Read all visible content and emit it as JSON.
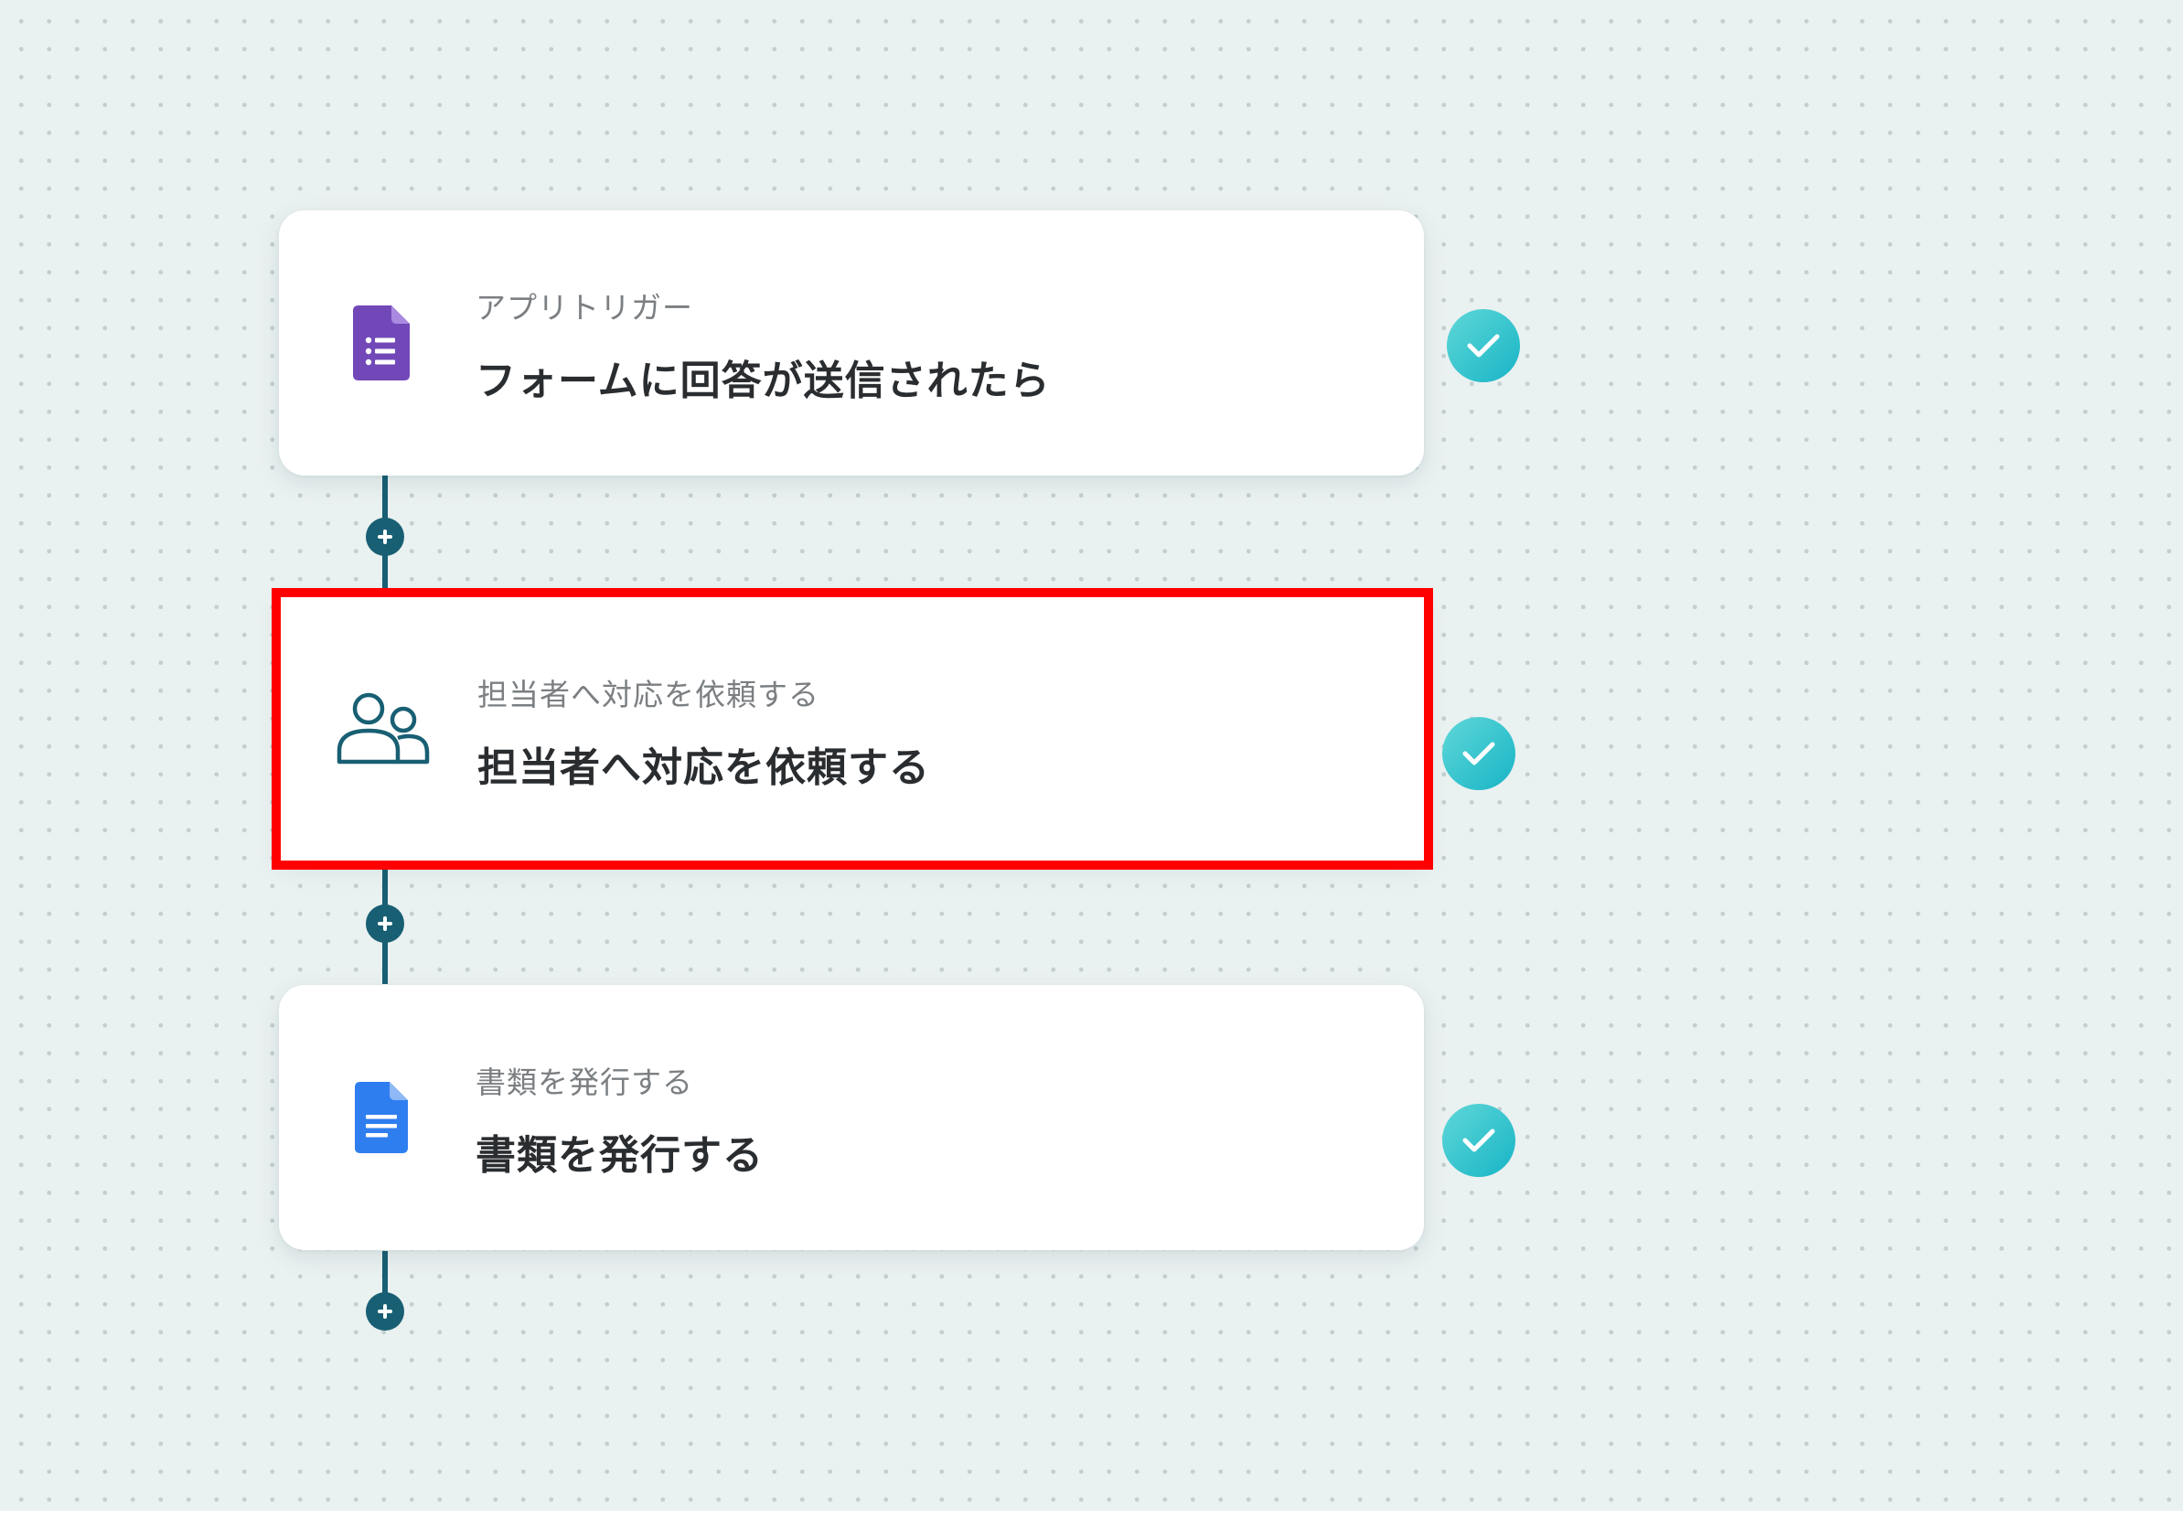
{
  "flow": {
    "steps": [
      {
        "icon": "google-forms-icon",
        "subtitle": "アプリトリガー",
        "title": "フォームに回答が送信されたら",
        "status": "complete"
      },
      {
        "icon": "people-icon",
        "subtitle": "担当者へ対応を依頼する",
        "title": "担当者へ対応を依頼する",
        "status": "complete",
        "highlighted": true
      },
      {
        "icon": "google-docs-icon",
        "subtitle": "書類を発行する",
        "title": "書類を発行する",
        "status": "complete"
      }
    ]
  },
  "colors": {
    "connector": "#185f73",
    "check": "#18b4c6",
    "highlight": "#ff0000",
    "forms": "#7248b9",
    "docs": "#2f7ef0"
  }
}
